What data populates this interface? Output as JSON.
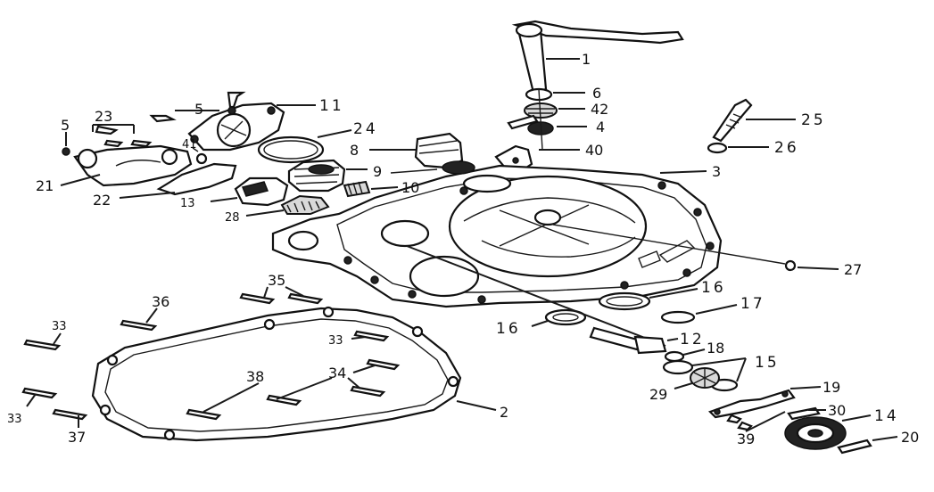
{
  "callouts": {
    "c1": "1",
    "c6": "6",
    "c42": "42",
    "c4": "4",
    "c40": "40",
    "c25": "25",
    "c26": "26",
    "c3": "3",
    "c27": "27",
    "c11": "11",
    "c24": "24",
    "c5a": "5",
    "c5b": "5",
    "c23": "23",
    "c41": "41",
    "c21": "21",
    "c22": "22",
    "c8": "8",
    "c9": "9",
    "c10": "10",
    "c13": "13",
    "c28": "28",
    "c16a": "16",
    "c16b": "16",
    "c17": "17",
    "c12": "12",
    "c18": "18",
    "c15": "15",
    "c29": "29",
    "c19": "19",
    "c30": "30",
    "c14": "14",
    "c39": "39",
    "c20": "20",
    "c2": "2",
    "c35": "35",
    "c36": "36",
    "c33a": "33",
    "c33b": "33",
    "c33c": "33",
    "c34": "34",
    "c38": "38",
    "c37": "37"
  }
}
